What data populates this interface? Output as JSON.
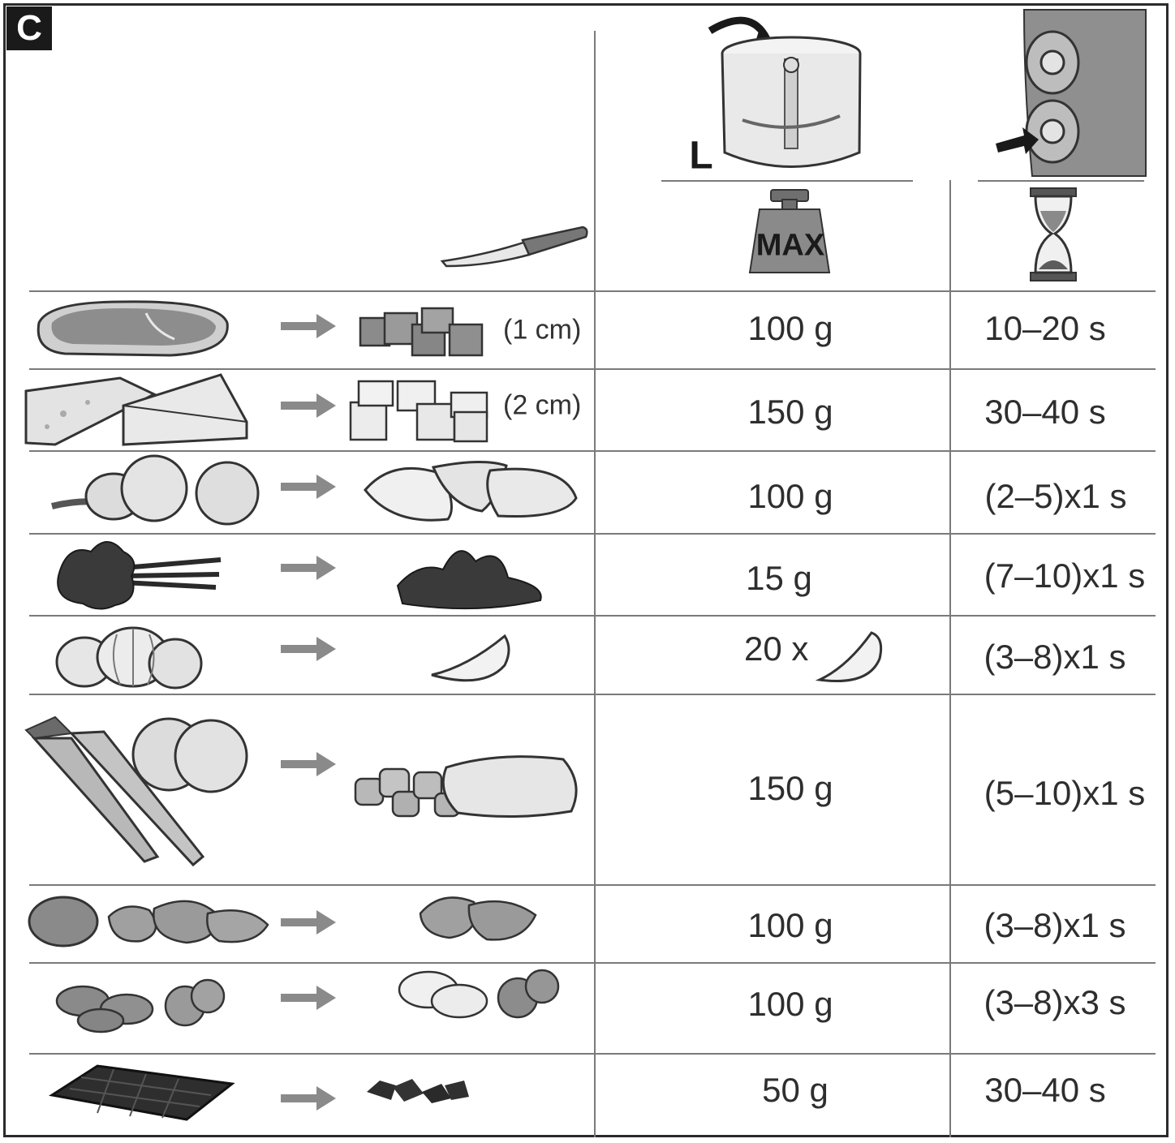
{
  "badge": "C",
  "header": {
    "bowl_label": "L",
    "weight_label": "MAX"
  },
  "icons": {
    "knife": "knife-icon",
    "bowl": "chopper-bowl-icon",
    "button": "turbo-button-icon",
    "weight": "max-weight-icon",
    "time": "hourglass-icon",
    "arrow": "arrow-right-icon"
  },
  "rows": [
    {
      "food": "meat",
      "result": "meat-cubes",
      "size": "(1 cm)",
      "quantity": "100 g",
      "time": "10–20 s"
    },
    {
      "food": "cheese",
      "result": "cheese-cubes",
      "size": "(2 cm)",
      "quantity": "150 g",
      "time": "30–40 s"
    },
    {
      "food": "onions",
      "result": "onion-pieces",
      "size": "",
      "quantity": "100 g",
      "time": "(2–5)x1 s"
    },
    {
      "food": "herbs",
      "result": "chopped-herbs",
      "size": "",
      "quantity": "15 g",
      "time": "(7–10)x1 s"
    },
    {
      "food": "garlic",
      "result": "garlic-clove",
      "size": "",
      "quantity": "20 x",
      "time": "(3–8)x1 s"
    },
    {
      "food": "carrots-apples",
      "result": "chopped-pieces",
      "size": "",
      "quantity": "150 g",
      "time": "(5–10)x1 s"
    },
    {
      "food": "walnuts",
      "result": "chopped-walnuts",
      "size": "",
      "quantity": "100 g",
      "time": "(3–8)x1 s"
    },
    {
      "food": "almonds-hazelnuts",
      "result": "nut-pieces",
      "size": "",
      "quantity": "100 g",
      "time": "(3–8)x3 s"
    },
    {
      "food": "chocolate",
      "result": "chocolate-pieces",
      "size": "",
      "quantity": "50 g",
      "time": "30–40 s"
    }
  ],
  "colors": {
    "frame": "#2b2b2b",
    "line": "#7a7a7a",
    "arrow": "#8a8a8a",
    "text": "#2e2e2e"
  }
}
